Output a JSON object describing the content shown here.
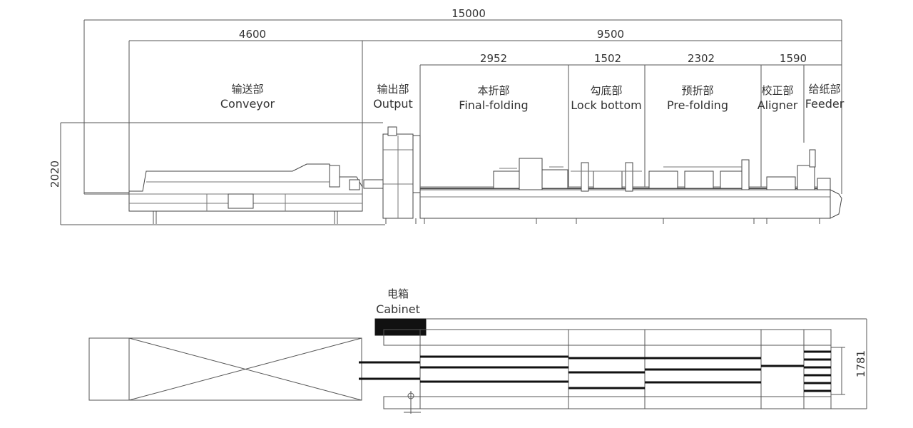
{
  "dimensions": {
    "total_length": "15000",
    "conveyor_length": "4600",
    "machine_length": "9500",
    "final_folding_length": "2952",
    "lock_bottom_length": "1502",
    "pre_folding_length": "2302",
    "aligner_feeder_length": "1590",
    "height": "2020",
    "width": "1781"
  },
  "sections": {
    "conveyor": {
      "zh": "输送部",
      "en": "Conveyor"
    },
    "output": {
      "zh": "输出部",
      "en": "Output"
    },
    "final_folding": {
      "zh": "本折部",
      "en": "Final-folding"
    },
    "lock_bottom": {
      "zh": "勾底部",
      "en": "Lock bottom"
    },
    "pre_folding": {
      "zh": "预折部",
      "en": "Pre-folding"
    },
    "aligner": {
      "zh": "校正部",
      "en": "Aligner"
    },
    "feeder": {
      "zh": "给纸部",
      "en": "Feeder"
    },
    "cabinet": {
      "zh": "电箱",
      "en": "Cabinet"
    }
  }
}
